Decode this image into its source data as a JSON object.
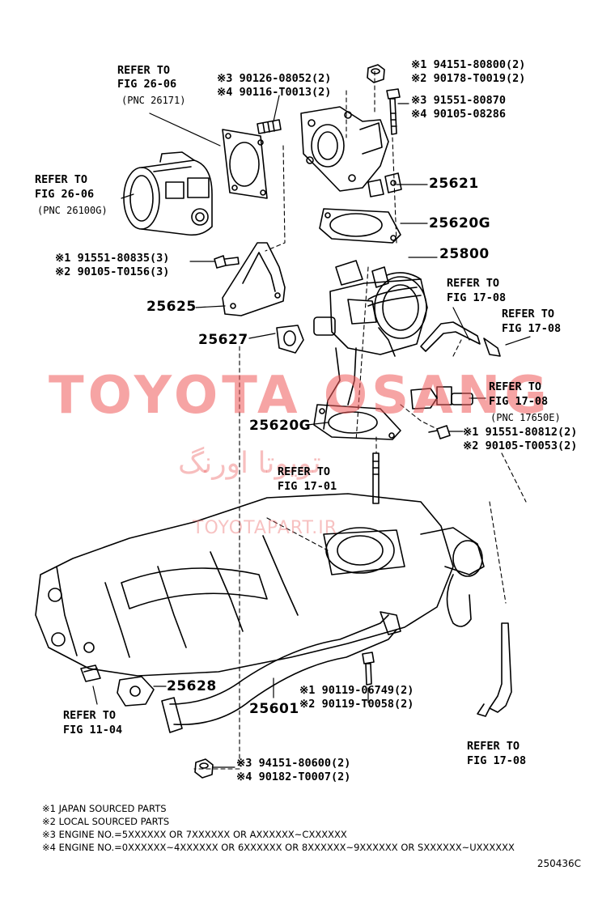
{
  "refs": {
    "r1": [
      "REFER TO",
      "FIG 26-06",
      "(PNC 26171)"
    ],
    "r2": [
      "REFER TO",
      "FIG 26-06",
      "(PNC 26100G)"
    ],
    "r3": [
      "REFER TO",
      "FIG 17-08"
    ],
    "r4": [
      "REFER TO",
      "FIG 17-08"
    ],
    "r5": [
      "REFER TO",
      "FIG 17-08",
      "(PNC 17650E)"
    ],
    "r6": [
      "REFER TO",
      "FIG 17-01"
    ],
    "r7": [
      "REFER TO",
      "FIG 11-04"
    ],
    "r8": [
      "REFER TO",
      "FIG 17-08"
    ]
  },
  "partnos": {
    "a1": "※3 90126-08052(2)",
    "a2": "※4 90116-T0013(2)",
    "b1": "※1 94151-80800(2)",
    "b2": "※2 90178-T0019(2)",
    "c1": "※3 91551-80870",
    "c2": "※4 90105-08286",
    "d1": "※1 91551-80835(3)",
    "d2": "※2 90105-T0156(3)",
    "e1": "※1 91551-80812(2)",
    "e2": "※2 90105-T0053(2)",
    "f1": "※1 90119-06749(2)",
    "f2": "※2 90119-T0058(2)",
    "g1": "※3 94151-80600(2)",
    "g2": "※4 90182-T0007(2)"
  },
  "pncs": {
    "p25621": "25621",
    "p25620G_top": "25620G",
    "p25800": "25800",
    "p25625": "25625",
    "p25627": "25627",
    "p25620G_bot": "25620G",
    "p25628": "25628",
    "p25601": "25601"
  },
  "notes": [
    "※1 JAPAN SOURCED PARTS",
    "※2 LOCAL SOURCED PARTS",
    "※3 ENGINE NO.=5XXXXXX OR 7XXXXXX OR AXXXXXX~CXXXXXX",
    "※4 ENGINE NO.=0XXXXXX~4XXXXXX OR 6XXXXXX OR 8XXXXXX~9XXXXXX OR SXXXXXX~UXXXXXX"
  ],
  "watermark": {
    "brand": "TOYOTA OSANG",
    "persian": "تویوتا اورنگ",
    "site": "TOYOTAPART.IR"
  },
  "figure_code": "250436C"
}
